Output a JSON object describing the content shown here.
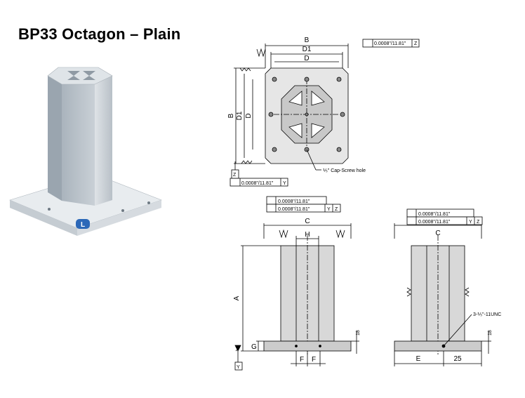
{
  "title": "BP33 Octagon – Plain",
  "top_view": {
    "dim_B": "B",
    "dim_D1": "D1",
    "dim_D": "D",
    "side_B": "B",
    "side_D1": "D1",
    "side_D": "D",
    "callout": "⅕\" Cap-Screw hole",
    "tol_top": "0.0008\"/11.81\"",
    "tol_top_ref": "Z",
    "tol_bottom": "0.0008\"/11.81\"",
    "tol_bottom_ref": "Y",
    "datum_z": "Z"
  },
  "front_view": {
    "tol1": "0.0008\"/11.81\"",
    "tol2": "0.0008\"/11.81\"",
    "tol2_ref1": "Y",
    "tol2_ref2": "Z",
    "dim_C": "C",
    "dim_H": "H",
    "dim_A": "A",
    "dim_G": "G",
    "dim_F1": "F",
    "dim_F2": "F",
    "dim_18": "18",
    "datum_y": "Y"
  },
  "side_view": {
    "tol1": "0.0008\"/11.81\"",
    "tol2": "0.0008\"/11.81\"",
    "tol2_ref1": "Y",
    "tol2_ref2": "Z",
    "dim_C": "C",
    "thread": "3-⅕\"-11UNC",
    "dim_E": "E",
    "dim_25": "25",
    "dim_18": "18"
  },
  "product": {
    "logo_text": "L"
  }
}
